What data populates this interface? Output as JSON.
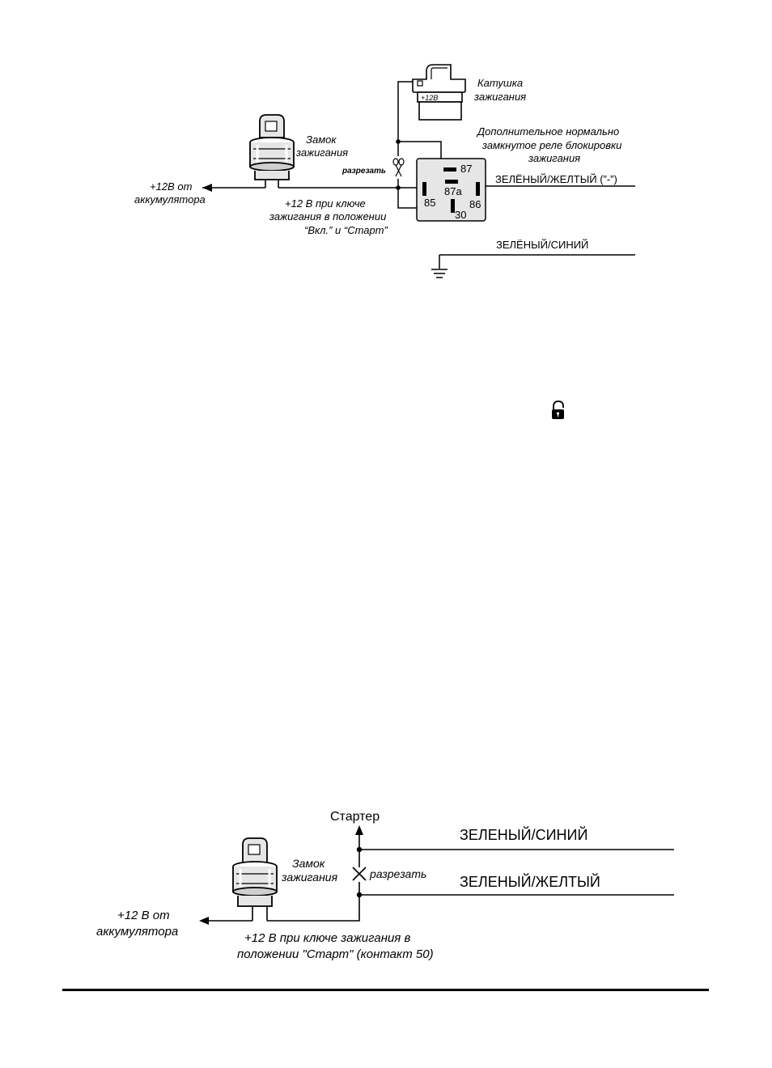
{
  "diagram1": {
    "coil_label_1": "Катушка",
    "coil_label_2": "зажигания",
    "coil_plus": "+12В",
    "relay_note_1": "Дополнительное нормально",
    "relay_note_2": "замкнутое реле блокировки",
    "relay_note_3": "зажигания",
    "lock_label_1": "Замок",
    "lock_label_2": "зажигания",
    "cut_label": "разрезать",
    "battery_1": "+12В от",
    "battery_2": "аккумулятора",
    "key_note_1": "+12 В при ключе",
    "key_note_2": "зажигания в положении",
    "key_note_3": "“Вкл.” и “Старт”",
    "pin_87": "87",
    "pin_87a": "87a",
    "pin_85": "85",
    "pin_86": "86",
    "pin_30": "30",
    "wire_green_yellow": "ЗЕЛЁНЫЙ/ЖЕЛТЫЙ (”-”)",
    "wire_green_blue": "ЗЕЛЁНЫЙ/СИНИЙ"
  },
  "diagram2": {
    "starter": "Стартер",
    "wire_green_blue": "ЗЕЛЕНЫЙ/СИНИЙ",
    "wire_green_yellow": "ЗЕЛЕНЫЙ/ЖЕЛТЫЙ",
    "lock_label_1": "Замок",
    "lock_label_2": "зажигания",
    "cut_label": "разрезать",
    "battery_1": "+12 В от",
    "battery_2": "аккумулятора",
    "key_note_1": "+12 В при ключе зажигания в",
    "key_note_2": "положении \"Старт\" (контакт 50)"
  },
  "icons": {
    "lock": "padlock-open-icon",
    "scissors": "scissors-icon",
    "ground": "ground-icon"
  }
}
